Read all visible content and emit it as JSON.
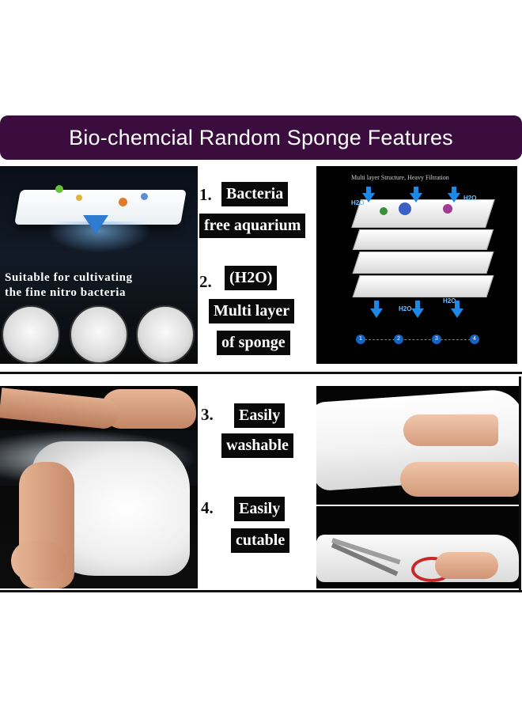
{
  "banner": {
    "title": "Bio-chemcial Random Sponge Features"
  },
  "features": [
    {
      "number": "1.",
      "lines": [
        "Bacteria",
        "free aquarium"
      ]
    },
    {
      "number": "2.",
      "lines": [
        "(H2O)",
        "Multi layer",
        "of sponge"
      ]
    },
    {
      "number": "3.",
      "lines": [
        "Easily",
        "washable"
      ]
    },
    {
      "number": "4.",
      "lines": [
        "Easily",
        "cutable"
      ]
    }
  ],
  "left_top_photo": {
    "caption_line1": "Suitable for cultivating",
    "caption_line2": "the fine nitro bacteria"
  },
  "right_top_photo": {
    "header": "Multi layer Structure, Heavy Filtration",
    "h2o_labels": [
      "H2O",
      "H2O",
      "H2O",
      "H2O"
    ],
    "steps": [
      "1",
      "2",
      "3",
      "4"
    ]
  },
  "colors": {
    "banner": "#3a0d3e",
    "label_bg": "#0a0a0a",
    "arrow": "#1e88e5"
  }
}
